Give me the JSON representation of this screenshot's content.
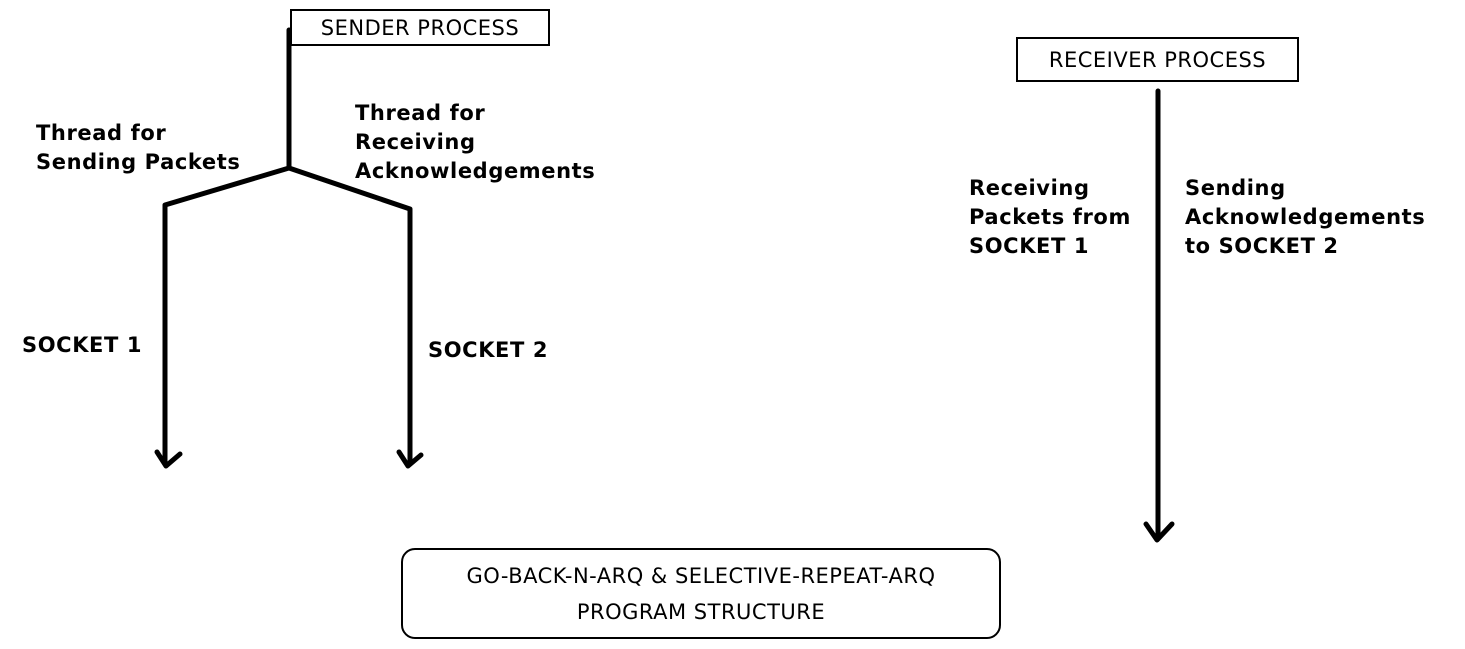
{
  "sender": {
    "title": "SENDER PROCESS",
    "send_thread": [
      "Thread for",
      "Sending Packets"
    ],
    "recv_thread": [
      "Thread for",
      "Receiving",
      "Acknowledgements"
    ],
    "socket1": "SOCKET 1",
    "socket2": "SOCKET 2"
  },
  "receiver": {
    "title": "RECEIVER PROCESS",
    "recv_packets": [
      "Receiving",
      "Packets from",
      "SOCKET 1"
    ],
    "send_acks": [
      "Sending",
      "Acknowledgements",
      "to SOCKET 2"
    ]
  },
  "footer": {
    "line1": "GO-BACK-N-ARQ & SELECTIVE-REPEAT-ARQ",
    "line2": "PROGRAM STRUCTURE"
  }
}
